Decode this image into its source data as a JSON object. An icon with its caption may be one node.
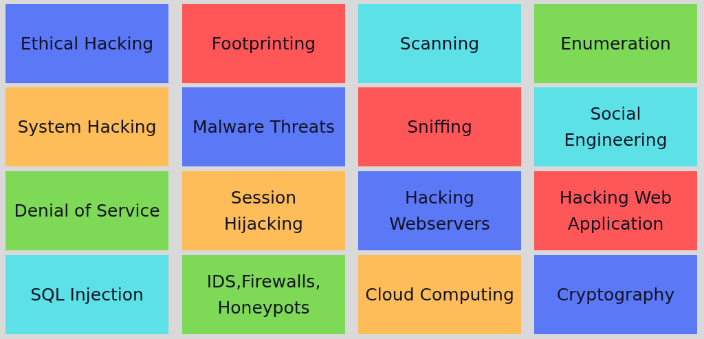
{
  "diagram": {
    "nodes": [
      {
        "text": [
          "Ethical Hacking"
        ]
      },
      {
        "text": [
          "Footprinting"
        ]
      },
      {
        "text": [
          "Scanning"
        ]
      },
      {
        "text": [
          "Enumeration"
        ]
      },
      {
        "text": [
          "System Hacking"
        ]
      },
      {
        "text": [
          "Malware Threats"
        ]
      },
      {
        "text": [
          "Sniffing"
        ]
      },
      {
        "text": [
          "Social Engineering"
        ]
      },
      {
        "text": [
          "Denial of Service"
        ]
      },
      {
        "text": [
          "Session Hijacking"
        ]
      },
      {
        "text": [
          "Hacking Webservers"
        ]
      },
      {
        "text": [
          "Hacking Web Application"
        ]
      },
      {
        "text": [
          "SQL Injection"
        ]
      },
      {
        "text": [
          "IDS,Firewalls, Honeypots"
        ]
      },
      {
        "text": [
          "Cloud Computing"
        ]
      },
      {
        "text": [
          "Cryptography"
        ]
      }
    ]
  }
}
